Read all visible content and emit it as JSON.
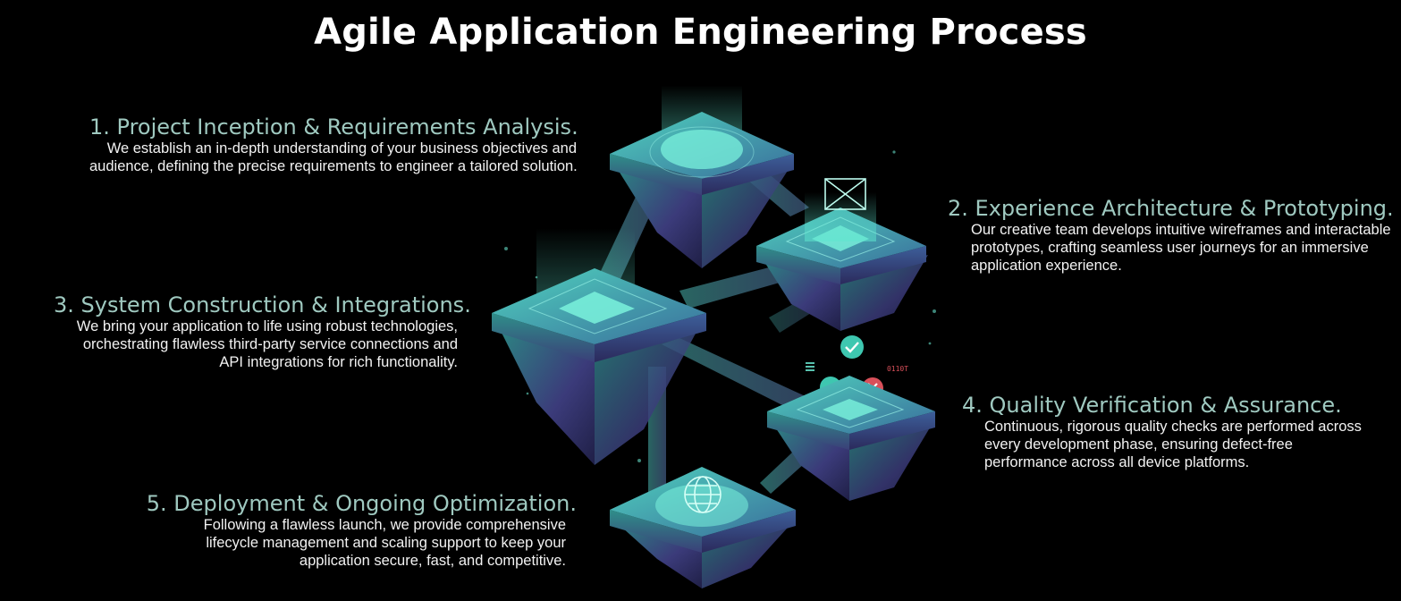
{
  "title": "Agile Application Engineering Process",
  "colors": {
    "background": "#000000",
    "heading": "#9fc9c0",
    "body_text": "#f2f2f2",
    "platform_teal": "#3fb8a4",
    "platform_purple": "#5a4a9a",
    "check_green": "#3ec7b0",
    "error_red": "#d9505a"
  },
  "steps": [
    {
      "title": "1. Project Inception & Requirements Analysis.",
      "lines": [
        "We establish an in-depth understanding of your business objectives and",
        "audience, defining the precise requirements to engineer a tailored solution."
      ]
    },
    {
      "title": "2. Experience Architecture & Prototyping.",
      "lines": [
        "Our creative team develops intuitive wireframes and interactable",
        "prototypes, crafting seamless user journeys for an immersive",
        "application experience."
      ]
    },
    {
      "title": "3. System Construction & Integrations.",
      "lines": [
        "We bring your application to life using robust technologies,",
        "orchestrating flawless third-party service connections and",
        "API integrations for rich functionality."
      ]
    },
    {
      "title": "4. Quality Verification & Assurance.",
      "lines": [
        "Continuous, rigorous quality checks are performed across",
        "every development phase, ensuring defect-free",
        "performance across all device platforms."
      ]
    },
    {
      "title": "5. Deployment & Ongoing Optimization.",
      "lines": [
        "Following a flawless launch, we provide comprehensive",
        "lifecycle management and scaling support to keep your",
        "application secure, fast, and competitive."
      ]
    }
  ],
  "illustration": {
    "code_badge_text": "0110T",
    "icons": [
      "wireframe-icon",
      "globe-icon",
      "check-icon",
      "close-icon",
      "list-icon"
    ]
  }
}
